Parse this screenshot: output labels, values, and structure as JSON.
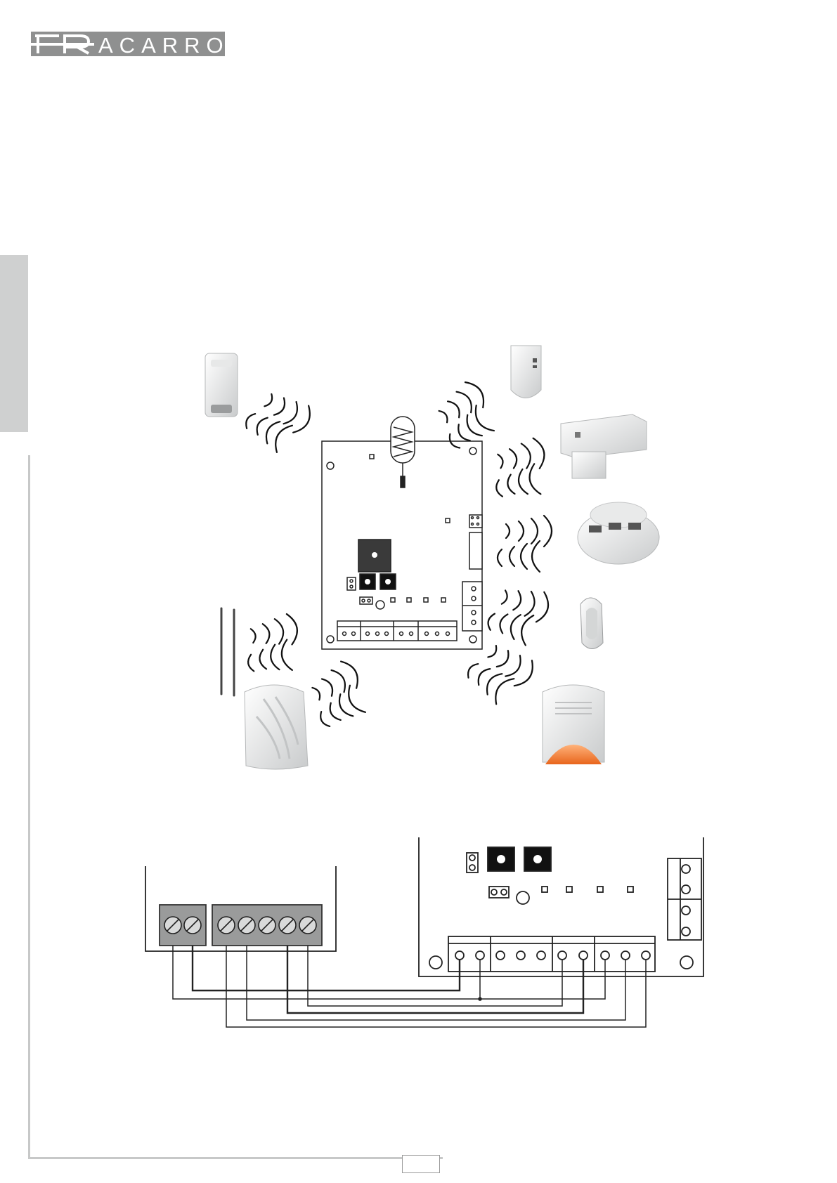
{
  "brand": {
    "logo_text": "FRACARRO",
    "colors": {
      "logo_bg": "#8f9090",
      "side_tab": "#cfd0d0",
      "frame_line": "#c7c8c8",
      "siren_orange": "#f07a2e"
    }
  },
  "system_diagram": {
    "central_board": "wireless-receiver-board",
    "peripherals": [
      {
        "name": "outdoor-detector",
        "icon": "outdoor-pir-sensor"
      },
      {
        "name": "pir-detector",
        "icon": "pir-motion-sensor"
      },
      {
        "name": "magnetic-contact",
        "icon": "door-window-contact"
      },
      {
        "name": "smoke-detector",
        "icon": "smoke-detector"
      },
      {
        "name": "remote-control",
        "icon": "keyfob-remote"
      },
      {
        "name": "outdoor-siren",
        "icon": "siren-with-flasher"
      },
      {
        "name": "indoor-siren",
        "icon": "indoor-siren"
      },
      {
        "name": "antenna",
        "icon": "rod-antenna"
      }
    ]
  },
  "wiring_diagram": {
    "left_terminals": {
      "group_a": 2,
      "group_b": 5
    },
    "right_terminal_groups": [
      2,
      3,
      2,
      3
    ]
  },
  "page_number": ""
}
